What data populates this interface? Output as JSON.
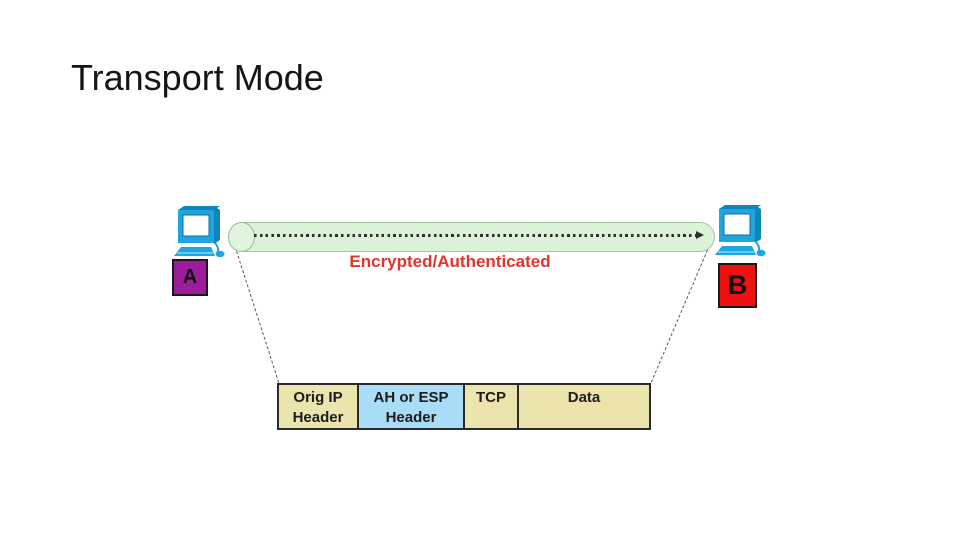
{
  "slide": {
    "title": "Transport Mode"
  },
  "diagram": {
    "host_a": {
      "label": "A",
      "color": "#9c1d9c",
      "icon": "desktop-computer-icon"
    },
    "host_b": {
      "label": "B",
      "color": "#ee1111",
      "icon": "desktop-computer-icon"
    },
    "tunnel": {
      "label": "Encrypted/Authenticated",
      "label_color": "#e0352b",
      "fill_color": "#dcf2d8",
      "flow": "dotted-arrow-left-to-right"
    },
    "packet": {
      "fields": [
        {
          "label": "Orig IP Header",
          "fill_color": "#ece4ad"
        },
        {
          "label": "AH or ESP Header",
          "fill_color": "#a9dcf6"
        },
        {
          "label": "TCP",
          "fill_color": "#ece4ad"
        },
        {
          "label": "Data",
          "fill_color": "#ece4ad"
        }
      ]
    }
  }
}
